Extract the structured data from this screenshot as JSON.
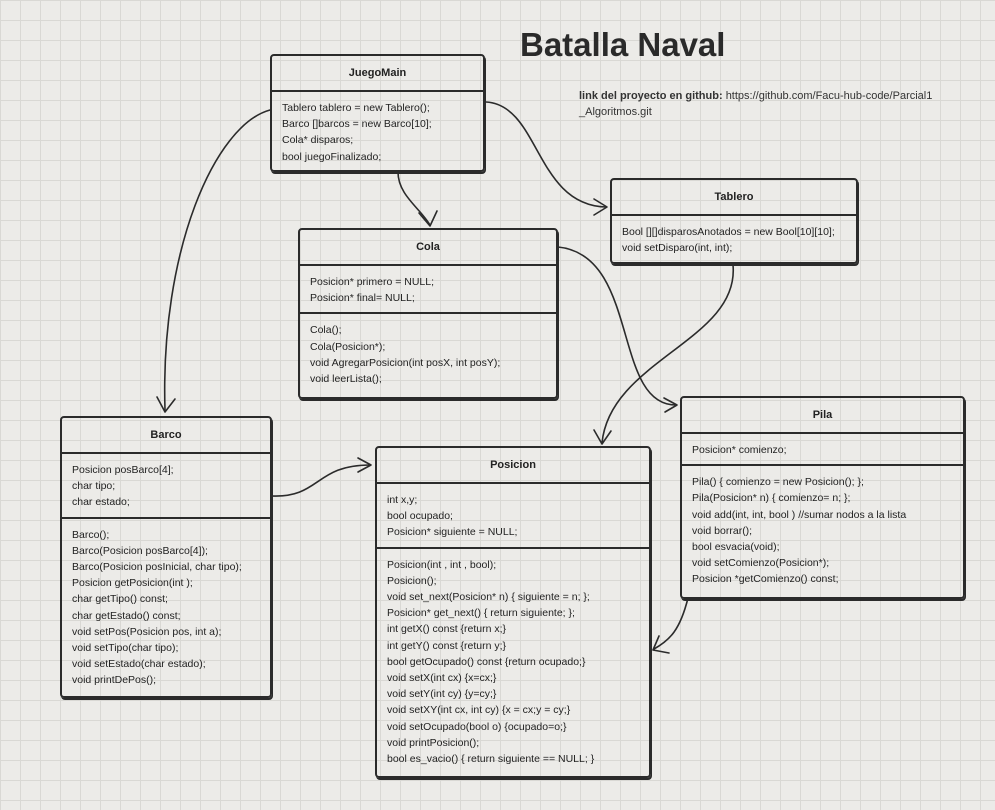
{
  "header": {
    "title": "Batalla Naval",
    "link_label": "link del proyecto en github:",
    "link_url": "https://github.com/Facu-hub-code/Parcial1",
    "link_url_cont": "_Algoritmos.git"
  },
  "classes": {
    "juegomain": {
      "name": "JuegoMain",
      "attributes": [
        "Tablero tablero = new Tablero();",
        "Barco []barcos = new Barco[10];",
        "Cola* disparos;",
        "bool juegoFinalizado;"
      ]
    },
    "tablero": {
      "name": "Tablero",
      "attributes": [
        "Bool [][]disparosAnotados = new Bool[10][10];",
        "void setDisparo(int, int);"
      ]
    },
    "cola": {
      "name": "Cola",
      "attributes": [
        "Posicion* primero = NULL;",
        "Posicion* final= NULL;"
      ],
      "methods": [
        "Cola();",
        "Cola(Posicion*);",
        "void AgregarPosicion(int posX, int posY);",
        "void leerLista();"
      ]
    },
    "barco": {
      "name": "Barco",
      "attributes": [
        "Posicion posBarco[4];",
        "char tipo;",
        "char estado;"
      ],
      "methods": [
        "Barco();",
        "Barco(Posicion posBarco[4]);",
        "Barco(Posicion posInicial, char tipo);",
        "Posicion getPosicion(int );",
        "char getTipo() const;",
        "char getEstado() const;",
        "void setPos(Posicion pos, int a);",
        "void setTipo(char tipo);",
        "void setEstado(char estado);",
        "void printDePos();"
      ]
    },
    "posicion": {
      "name": "Posicion",
      "attributes": [
        "int x,y;",
        "bool ocupado;",
        "Posicion* siguiente = NULL;"
      ],
      "methods": [
        "Posicion(int , int , bool);",
        "Posicion();",
        "void set_next(Posicion* n) { siguiente = n; };",
        "Posicion* get_next() { return siguiente; };",
        "int getX() const {return x;}",
        "int getY() const {return y;}",
        "bool getOcupado() const {return ocupado;}",
        "void setX(int cx) {x=cx;}",
        "void setY(int cy) {y=cy;}",
        "void setXY(int cx, int cy) {x = cx;y = cy;}",
        "void setOcupado(bool o) {ocupado=o;}",
        "void printPosicion();",
        "bool es_vacio() { return siguiente == NULL; }"
      ]
    },
    "pila": {
      "name": "Pila",
      "attributes": [
        "Posicion* comienzo;"
      ],
      "methods": [
        "Pila() { comienzo = new Posicion(); };",
        "Pila(Posicion* n) { comienzo= n; };",
        "void add(int, int, bool ) //sumar nodos a la lista",
        "void borrar();",
        "bool esvacia(void);",
        "void setComienzo(Posicion*);",
        "Posicion *getComienzo() const;"
      ]
    }
  }
}
